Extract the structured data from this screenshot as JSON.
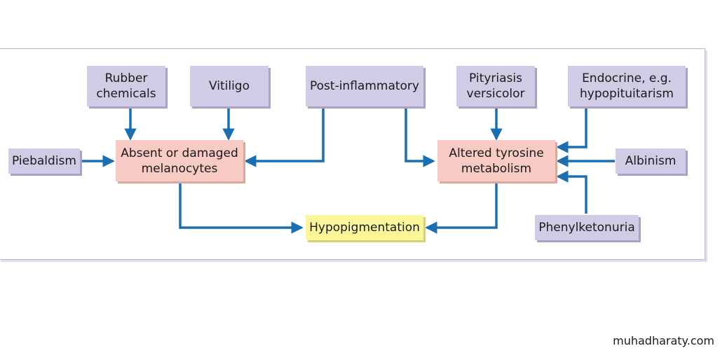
{
  "nodes": {
    "rubber_chemicals": "Rubber chemicals",
    "vitiligo": "Vitiligo",
    "post_inflammatory": "Post-inflammatory",
    "pityriasis_versicolor": "Pityriasis versicolor",
    "endocrine": "Endocrine, e.g. hypopituitarism",
    "piebaldism": "Piebaldism",
    "absent_damaged_melanocytes": "Absent or damaged melanocytes",
    "altered_tyrosine_metabolism": "Altered tyrosine metabolism",
    "albinism": "Albinism",
    "hypopigmentation": "Hypopigmentation",
    "phenylketonuria": "Phenylketonuria"
  },
  "edges": [
    {
      "from": "rubber_chemicals",
      "to": "absent_damaged_melanocytes"
    },
    {
      "from": "vitiligo",
      "to": "absent_damaged_melanocytes"
    },
    {
      "from": "piebaldism",
      "to": "absent_damaged_melanocytes"
    },
    {
      "from": "post_inflammatory",
      "to": "absent_damaged_melanocytes"
    },
    {
      "from": "post_inflammatory",
      "to": "altered_tyrosine_metabolism"
    },
    {
      "from": "pityriasis_versicolor",
      "to": "altered_tyrosine_metabolism"
    },
    {
      "from": "endocrine",
      "to": "altered_tyrosine_metabolism"
    },
    {
      "from": "albinism",
      "to": "altered_tyrosine_metabolism"
    },
    {
      "from": "phenylketonuria",
      "to": "altered_tyrosine_metabolism"
    },
    {
      "from": "absent_damaged_melanocytes",
      "to": "hypopigmentation"
    },
    {
      "from": "altered_tyrosine_metabolism",
      "to": "hypopigmentation"
    }
  ],
  "colors": {
    "arrow": "#1a6fb0",
    "cause_box": "#d0cce6",
    "mechanism_box": "#f7cbc3",
    "result_box": "#fbf69a"
  },
  "watermark": "muhadharaty.com"
}
